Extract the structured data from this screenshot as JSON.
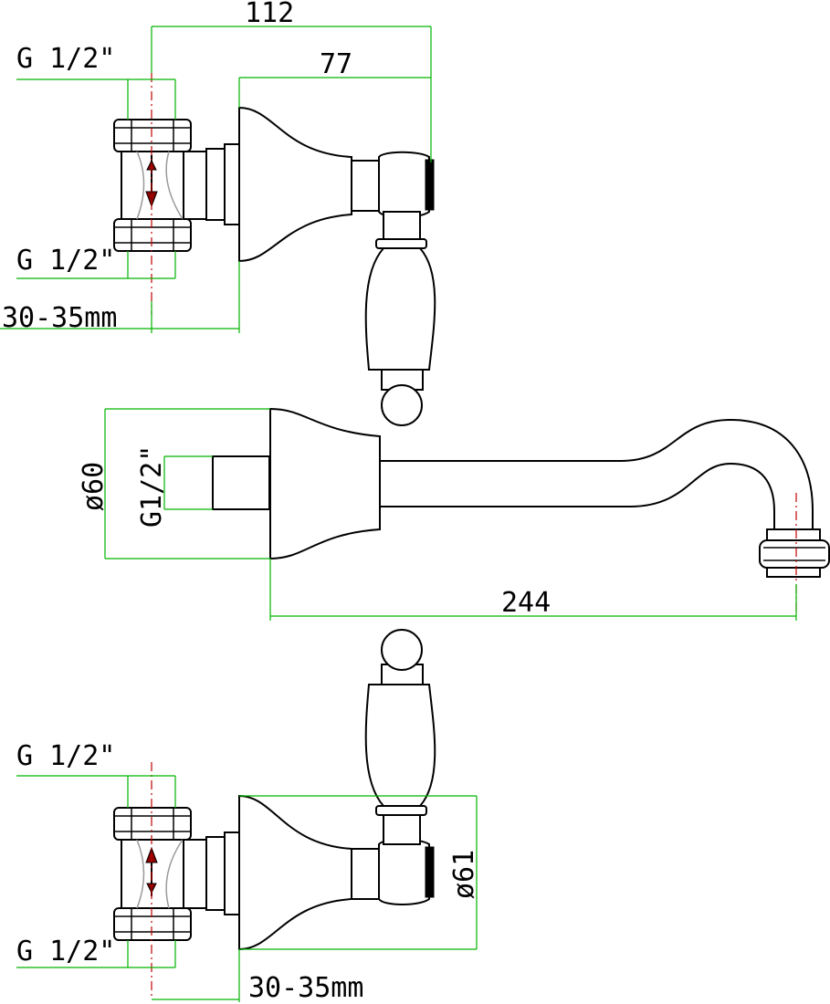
{
  "colors": {
    "dimension_line": "#00b400",
    "center_line": "#c00000",
    "outline": "#000000",
    "hidden_line": "#9a9a9a"
  },
  "dimensions": {
    "top_overall": "112",
    "top_handle": "77",
    "top_inlet_upper": "G 1/2\"",
    "top_inlet_lower": "G 1/2\"",
    "top_wall_depth": "30-35mm",
    "spout_diameter": "ø60",
    "spout_thread": "G1/2\"",
    "spout_length": "244",
    "bottom_inlet_upper": "G 1/2\"",
    "bottom_inlet_lower": "G 1/2\"",
    "bottom_handle_diameter": "ø61",
    "bottom_wall_depth": "30-35mm"
  }
}
